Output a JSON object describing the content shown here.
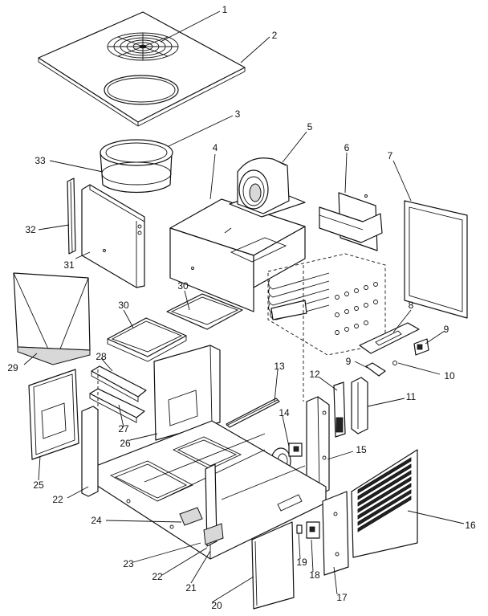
{
  "callouts": {
    "c1": "1",
    "c2": "2",
    "c3": "3",
    "c4": "4",
    "c5": "5",
    "c6": "6",
    "c7": "7",
    "c8": "8",
    "c9a": "9",
    "c9b": "9",
    "c10": "10",
    "c11": "11",
    "c12": "12",
    "c13": "13",
    "c14": "14",
    "c15": "15",
    "c16": "16",
    "c17": "17",
    "c18": "18",
    "c19": "19",
    "c20": "20",
    "c21": "21",
    "c22a": "22",
    "c22b": "22",
    "c23": "23",
    "c24": "24",
    "c25": "25",
    "c26": "26",
    "c27": "27",
    "c28": "28",
    "c29": "29",
    "c30a": "30",
    "c30b": "30",
    "c31": "31",
    "c32": "32",
    "c33": "33"
  }
}
